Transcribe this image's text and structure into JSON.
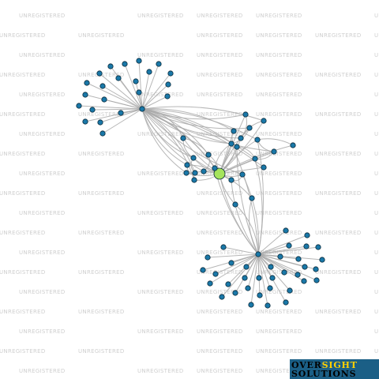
{
  "watermark": {
    "text": "UNREGISTERED"
  },
  "brand": {
    "line1_a": "OVER",
    "line1_b": "SIGHT",
    "line2": "SOLUTIONS"
  },
  "colors": {
    "background": "#ffffff",
    "edge": "#a9a9a9",
    "node_fill": "#1a78a8",
    "node_stroke": "#0b2b3c",
    "focus_fill": "#a5e45d",
    "focus_stroke": "#2f3a1f",
    "watermark": "#cfcfcf",
    "brand_bg": "#1b5f86",
    "brand_accent": "#ffd000"
  },
  "graph": {
    "focus_node_id": "focus",
    "nodes": [
      {
        "id": "focus",
        "role": "focus"
      },
      {
        "id": "hub-top",
        "role": "hub"
      },
      {
        "id": "hub-bottom",
        "role": "hub"
      },
      {
        "id": "m1",
        "role": "member"
      },
      {
        "id": "m2",
        "role": "member"
      },
      {
        "id": "m3",
        "role": "member"
      },
      {
        "id": "m4",
        "role": "member"
      },
      {
        "id": "m5",
        "role": "member"
      },
      {
        "id": "m6",
        "role": "member"
      },
      {
        "id": "m7",
        "role": "member"
      },
      {
        "id": "m8",
        "role": "member"
      },
      {
        "id": "m9",
        "role": "member"
      },
      {
        "id": "m10",
        "role": "member"
      },
      {
        "id": "m11",
        "role": "member"
      },
      {
        "id": "m12",
        "role": "member"
      },
      {
        "id": "m13",
        "role": "member"
      },
      {
        "id": "m14",
        "role": "member"
      },
      {
        "id": "m15",
        "role": "member"
      },
      {
        "id": "m16",
        "role": "member"
      },
      {
        "id": "m17",
        "role": "member"
      },
      {
        "id": "m18",
        "role": "member"
      },
      {
        "id": "m19",
        "role": "member"
      },
      {
        "id": "m20",
        "role": "member"
      },
      {
        "id": "m21",
        "role": "member"
      },
      {
        "id": "m22",
        "role": "member"
      },
      {
        "id": "m23",
        "role": "member"
      },
      {
        "id": "m24",
        "role": "member"
      },
      {
        "id": "m25",
        "role": "member"
      },
      {
        "id": "m26",
        "role": "member"
      },
      {
        "id": "m27",
        "role": "member"
      },
      {
        "id": "m28",
        "role": "member"
      },
      {
        "id": "m29",
        "role": "member"
      },
      {
        "id": "m30",
        "role": "member"
      },
      {
        "id": "m31",
        "role": "member"
      },
      {
        "id": "m32",
        "role": "member"
      },
      {
        "id": "m33",
        "role": "member"
      },
      {
        "id": "m34",
        "role": "member"
      },
      {
        "id": "m35",
        "role": "member"
      },
      {
        "id": "m36",
        "role": "member"
      },
      {
        "id": "m37",
        "role": "member"
      },
      {
        "id": "m38",
        "role": "member"
      },
      {
        "id": "m39",
        "role": "member"
      },
      {
        "id": "m40",
        "role": "member"
      },
      {
        "id": "m41",
        "role": "member"
      },
      {
        "id": "m42",
        "role": "member"
      },
      {
        "id": "m43",
        "role": "member"
      },
      {
        "id": "m44",
        "role": "member"
      },
      {
        "id": "m45",
        "role": "member"
      },
      {
        "id": "m46",
        "role": "member"
      },
      {
        "id": "m47",
        "role": "member"
      },
      {
        "id": "m48",
        "role": "member"
      },
      {
        "id": "m49",
        "role": "member"
      },
      {
        "id": "m50",
        "role": "member"
      },
      {
        "id": "m51",
        "role": "member"
      },
      {
        "id": "m52",
        "role": "member"
      },
      {
        "id": "m53",
        "role": "member"
      },
      {
        "id": "m54",
        "role": "member"
      },
      {
        "id": "m55",
        "role": "member"
      },
      {
        "id": "m56",
        "role": "member"
      },
      {
        "id": "m57",
        "role": "member"
      },
      {
        "id": "m58",
        "role": "member"
      },
      {
        "id": "m59",
        "role": "member"
      },
      {
        "id": "m60",
        "role": "member"
      },
      {
        "id": "m61",
        "role": "member"
      },
      {
        "id": "m62",
        "role": "member"
      },
      {
        "id": "m63",
        "role": "member"
      },
      {
        "id": "m64",
        "role": "member"
      },
      {
        "id": "m65",
        "role": "member"
      },
      {
        "id": "m66",
        "role": "member"
      },
      {
        "id": "m67",
        "role": "member"
      },
      {
        "id": "m68",
        "role": "member"
      },
      {
        "id": "m69",
        "role": "member"
      },
      {
        "id": "m70",
        "role": "member"
      },
      {
        "id": "m71",
        "role": "member"
      },
      {
        "id": "m72",
        "role": "member"
      },
      {
        "id": "m73",
        "role": "member"
      },
      {
        "id": "m74",
        "role": "member"
      },
      {
        "id": "m75",
        "role": "member"
      },
      {
        "id": "m76",
        "role": "member"
      },
      {
        "id": "m77",
        "role": "member"
      },
      {
        "id": "m78",
        "role": "member"
      },
      {
        "id": "m79",
        "role": "member"
      },
      {
        "id": "m80",
        "role": "member"
      },
      {
        "id": "m81",
        "role": "member"
      },
      {
        "id": "m82",
        "role": "member"
      }
    ]
  }
}
